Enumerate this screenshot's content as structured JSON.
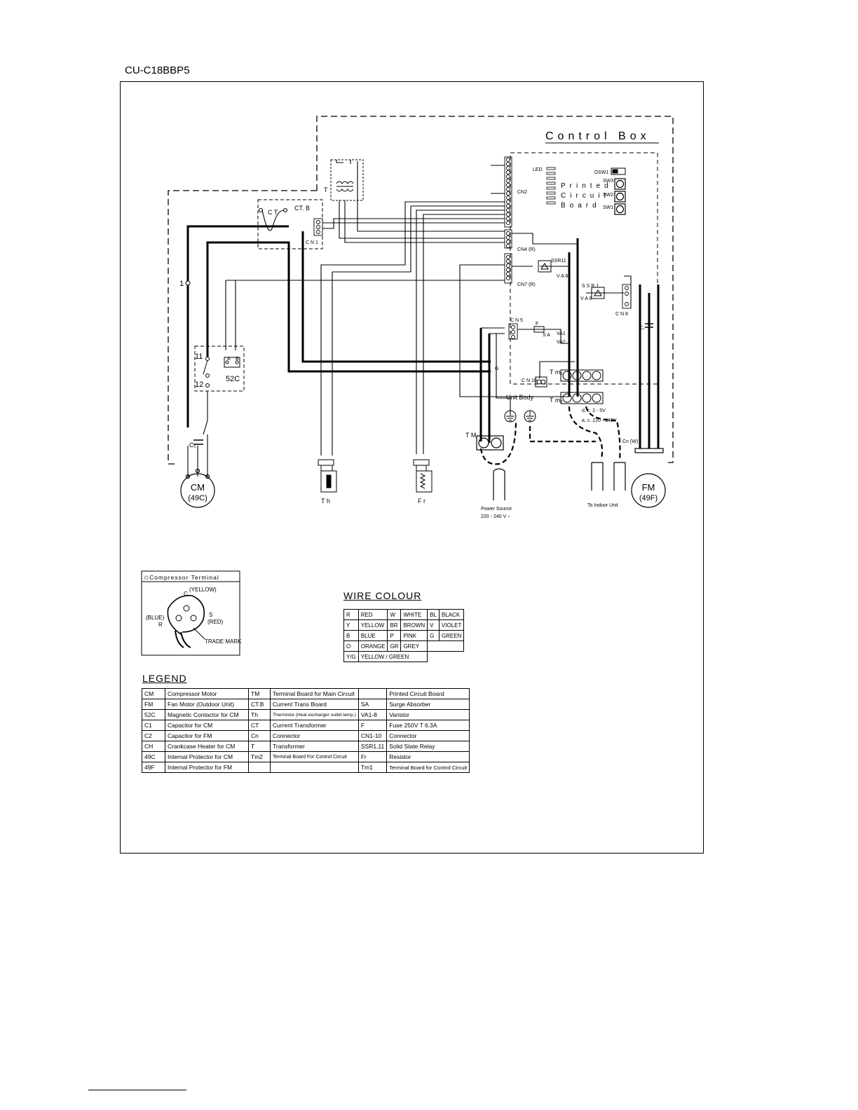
{
  "model": "CU-C18BBP5",
  "control_box": "Control Box",
  "pcb": {
    "l1": "Printed",
    "l2": "Circuit",
    "l3": "Board",
    "led": "LED",
    "dsw": "DSW1",
    "sw3": "SW3",
    "sw2": "SW2",
    "sw1": "SW1"
  },
  "conn": {
    "cn1": "C N 1",
    "cn2": "CN2",
    "cn4": "CN4 (R)",
    "cn7": "CN7 (R)",
    "cn8": "C N 8",
    "cn5": "C N 5",
    "cn10": "C N 10"
  },
  "labels": {
    "ct": "C T",
    "ctb": "CT. B",
    "t": "T",
    "one": "1",
    "ssr11": "SSR11",
    "ssr1": "S S R 1",
    "va6": "V A 6",
    "va8": "V A 8",
    "va1": "VA1",
    "va2": "VA2",
    "sa": "S A",
    "f": "F",
    "g": "G",
    "c1": "C₁",
    "c2": "C₂",
    "unit_body": "Unit Body",
    "tm1": "T m₁",
    "tm2": "T m₂",
    "tm": "T M",
    "dc": "d. c.  2 - 5V",
    "ac": "a. c. 220 - 240V",
    "cn_w": "Cn (W)",
    "c52": "52C",
    "n11": "11",
    "n12": "12",
    "a": "A",
    "b": "B"
  },
  "components": {
    "cm_name": "CM",
    "cm_prot": "(49C)",
    "fm_name": "FM",
    "fm_prot": "(49F)",
    "th": "T h",
    "fr": "F r",
    "power_1": "Power Source",
    "power_2": "220 - 240 V ~",
    "to_indoor": "To Indoor Unit"
  },
  "compressor_terminal": {
    "title": "✩Compressor Terminal",
    "c": "C",
    "yellow": "(YELLOW)",
    "blue": "(BLUE)",
    "r": "R",
    "s": "S",
    "red": "(RED)",
    "trade": "TRADE MARK"
  },
  "wire_colour": {
    "title": "WIRE COLOUR",
    "rows": [
      [
        "R",
        "RED",
        "W",
        "WHITE",
        "BL",
        "BLACK"
      ],
      [
        "Y",
        "YELLOW",
        "BR",
        "BROWN",
        "V",
        "VIOLET"
      ],
      [
        "B",
        "BLUE",
        "P",
        "PINK",
        "G",
        "GREEN"
      ],
      [
        "O",
        "ORANGE",
        "GR",
        "GREY",
        "",
        ""
      ],
      [
        "Y/G",
        "YELLOW / GREEN",
        "",
        "",
        "",
        ""
      ]
    ]
  },
  "legend": {
    "title": "LEGEND",
    "rows": [
      [
        "CM",
        "Compressor Motor",
        "TM",
        "Terminal Board for Main Circuit",
        "",
        "Printed Circuit Board"
      ],
      [
        "FM",
        "Fan Motor (Outdoor Unit)",
        "CT.B",
        "Current Trans Board",
        "SA",
        "Surge Absorber"
      ],
      [
        "52C",
        "Magnetic Contactor for CM",
        "Th",
        "Thermistor (Heat exchanger outlet temp.)",
        "VA1-8",
        "Varistor"
      ],
      [
        "C1",
        "Capacitor for CM",
        "CT",
        "Current Transformer",
        "F",
        "Fuse 250V T 6.3A"
      ],
      [
        "C2",
        "Capacitor for FM",
        "Cn",
        "Connector",
        "CN1-10",
        "Connector"
      ],
      [
        "CH",
        "Crankcase Heater for CM",
        "T",
        "Transformer",
        "SSR1,11",
        "Solid State Relay"
      ],
      [
        "49C",
        "Internal Protector for CM",
        "Tm2",
        "Terminal Board For Control Circuit",
        "Fr",
        "Resistor"
      ],
      [
        "49F",
        "Internal Protector for FM",
        "",
        "",
        "Tm1",
        "Terminal Board for Control Circuit"
      ]
    ]
  }
}
